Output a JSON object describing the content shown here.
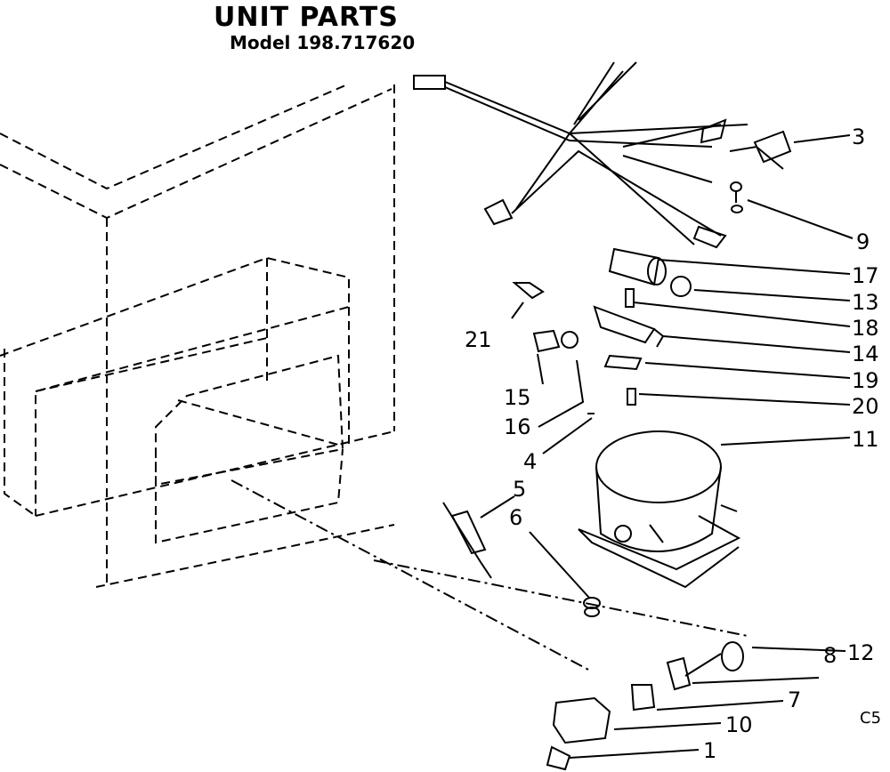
{
  "header": {
    "title": "UNIT PARTS",
    "model": "Model 198.717620"
  },
  "drawing_code": "C5",
  "callouts": {
    "c1": "1",
    "c3": "3",
    "c4": "4",
    "c5": "5",
    "c6": "6",
    "c7": "7",
    "c8": "8",
    "c9": "9",
    "c10": "10",
    "c11": "11",
    "c12": "12",
    "c13": "13",
    "c14": "14",
    "c15": "15",
    "c16": "16",
    "c17": "17",
    "c18": "18",
    "c19": "19",
    "c20": "20",
    "c21": "21"
  }
}
